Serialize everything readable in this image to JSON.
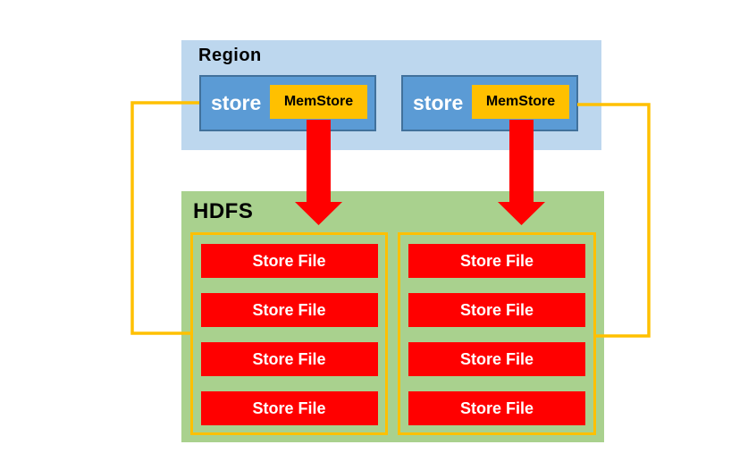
{
  "region": {
    "label": "Region",
    "stores": [
      {
        "store_label": "store",
        "memstore_label": "MemStore"
      },
      {
        "store_label": "store",
        "memstore_label": "MemStore"
      }
    ]
  },
  "hdfs": {
    "label": "HDFS",
    "columns": [
      {
        "files": [
          "Store File",
          "Store File",
          "Store File",
          "Store File"
        ]
      },
      {
        "files": [
          "Store File",
          "Store File",
          "Store File",
          "Store File"
        ]
      }
    ]
  },
  "colors": {
    "region_bg": "#BDD7EE",
    "store_bg": "#5B9BD5",
    "store_border": "#41719C",
    "memstore_bg": "#FFC000",
    "memstore_text": "#000000",
    "hdfs_bg": "#A9D18E",
    "store_file_bg": "#FF0000",
    "store_file_text": "#FFFFFF",
    "arrow": "#FF0000",
    "connector": "#FFC000"
  }
}
